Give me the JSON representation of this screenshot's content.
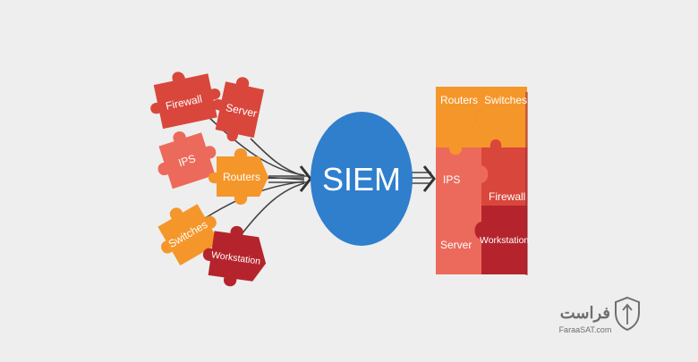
{
  "diagram": {
    "center_label": "SIEM",
    "left_pieces": [
      {
        "label": "Firewall",
        "color": "#d9463b"
      },
      {
        "label": "Server",
        "color": "#d9463b"
      },
      {
        "label": "IPS",
        "color": "#ec6a5b"
      },
      {
        "label": "Routers",
        "color": "#f5962a"
      },
      {
        "label": "Switches",
        "color": "#f5962a"
      },
      {
        "label": "Workstation",
        "color": "#b5242c"
      }
    ],
    "right_pieces": [
      {
        "label": "Routers",
        "color": "#f5962a"
      },
      {
        "label": "Switches",
        "color": "#f5962a"
      },
      {
        "label": "IPS",
        "color": "#ec6a5b"
      },
      {
        "label": "Firewall",
        "color": "#d9463b"
      },
      {
        "label": "Server",
        "color": "#ec6a5b"
      },
      {
        "label": "Workstation",
        "color": "#b5242c"
      }
    ],
    "circle_color": "#2f7fcd",
    "line_color": "#444444"
  },
  "branding": {
    "name": "فراست",
    "url": "FaraaSAT.com",
    "color": "#6e6e6e"
  }
}
